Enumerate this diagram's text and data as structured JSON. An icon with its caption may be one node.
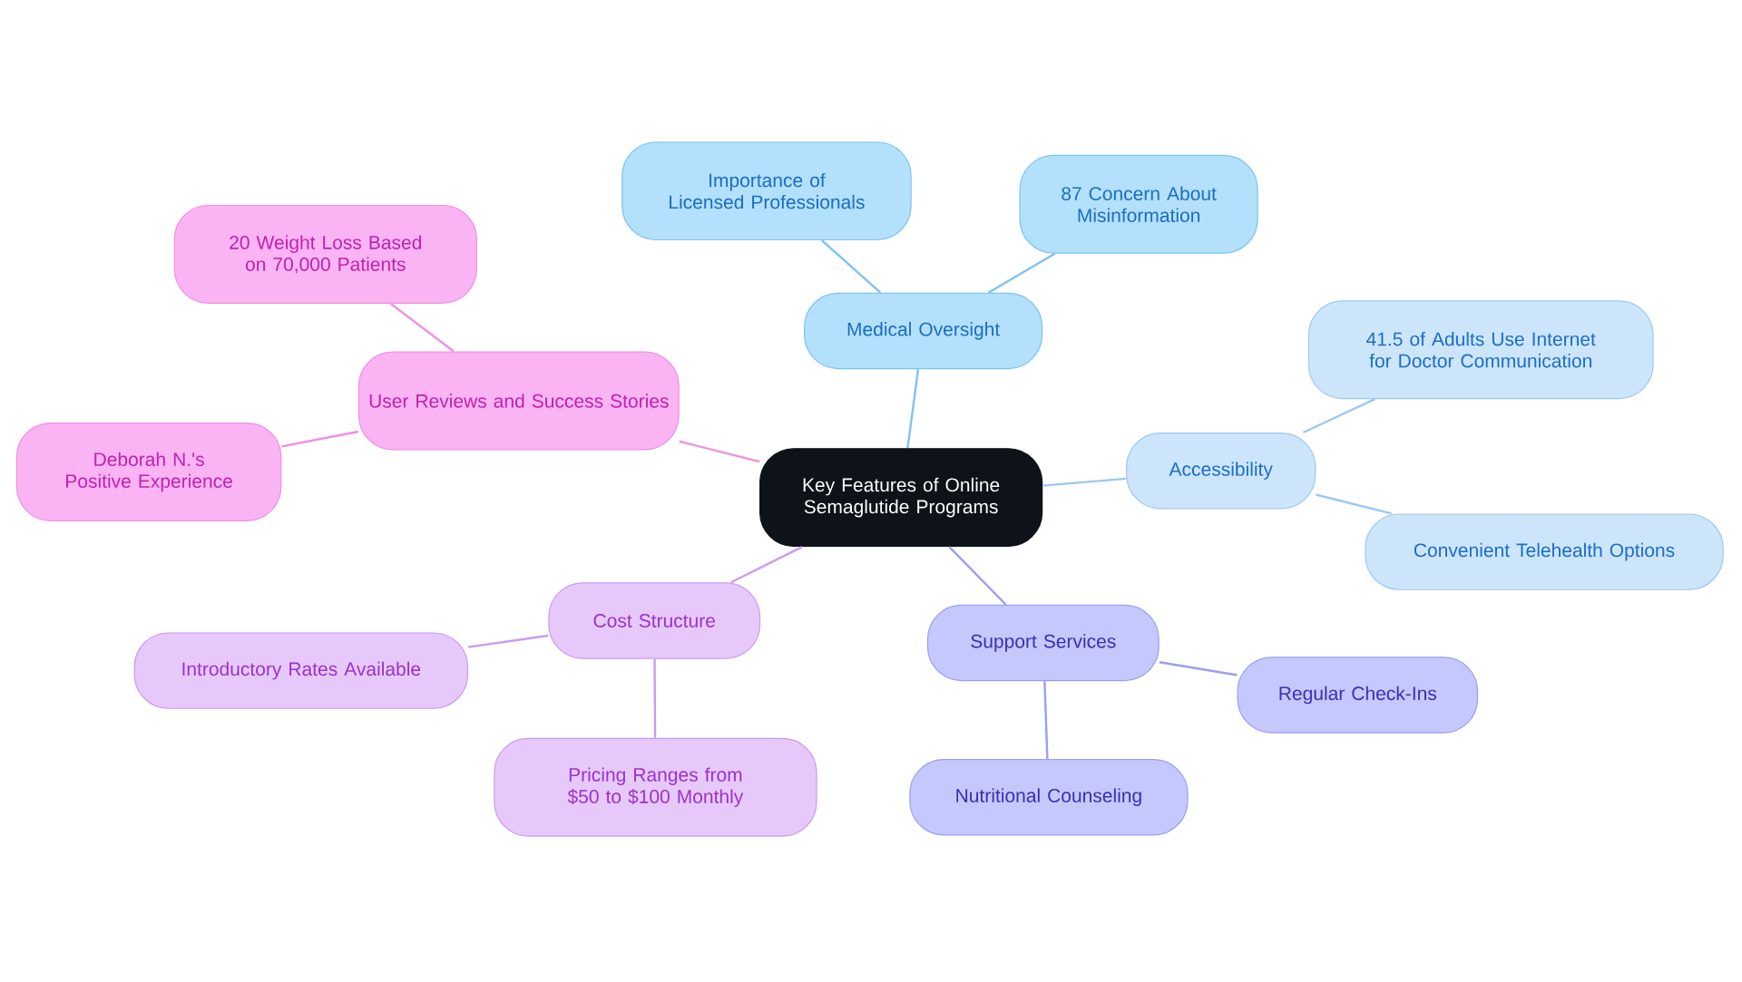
{
  "diagram": {
    "nodes": [
      {
        "text": [
          "Key Features of Online Semaglutide Programs"
        ]
      },
      {
        "text": [
          "Medical Oversight"
        ]
      },
      {
        "text": [
          "Importance of Licensed Professionals"
        ]
      },
      {
        "text": [
          "87 Concern About Misinformation"
        ]
      },
      {
        "text": [
          "Accessibility"
        ]
      },
      {
        "text": [
          "41.5 of Adults Use Internet for Doctor Communication"
        ]
      },
      {
        "text": [
          "Convenient Telehealth Options"
        ]
      },
      {
        "text": [
          "Support Services"
        ]
      },
      {
        "text": [
          "Regular Check-Ins"
        ]
      },
      {
        "text": [
          "Nutritional Counseling"
        ]
      },
      {
        "text": [
          "Cost Structure"
        ]
      },
      {
        "text": [
          "Introductory Rates Available"
        ]
      },
      {
        "text": [
          "Pricing Ranges from $50 to $100 Monthly"
        ]
      },
      {
        "text": [
          "User Reviews and Success Stories"
        ]
      },
      {
        "text": [
          "20 Weight Loss Based on 70,000 Patients"
        ]
      },
      {
        "text": [
          "Deborah N.'s Positive Experience"
        ]
      }
    ],
    "edges": [
      {
        "from": 0,
        "to": 1,
        "arrow": "none",
        "color": "#7cc3ef"
      },
      {
        "from": 1,
        "to": 2,
        "arrow": "none",
        "color": "#7cc3ef"
      },
      {
        "from": 1,
        "to": 3,
        "arrow": "none",
        "color": "#7cc3ef"
      },
      {
        "from": 0,
        "to": 4,
        "arrow": "none",
        "color": "#9cc8f2"
      },
      {
        "from": 4,
        "to": 5,
        "arrow": "none",
        "color": "#9cc8f2"
      },
      {
        "from": 4,
        "to": 6,
        "arrow": "none",
        "color": "#9cc8f2"
      },
      {
        "from": 0,
        "to": 7,
        "arrow": "none",
        "color": "#9a9ff0"
      },
      {
        "from": 7,
        "to": 8,
        "arrow": "none",
        "color": "#9a9ff0"
      },
      {
        "from": 7,
        "to": 9,
        "arrow": "none",
        "color": "#9a9ff0"
      },
      {
        "from": 0,
        "to": 10,
        "arrow": "none",
        "color": "#c99bef"
      },
      {
        "from": 10,
        "to": 11,
        "arrow": "none",
        "color": "#c99bef"
      },
      {
        "from": 10,
        "to": 12,
        "arrow": "none",
        "color": "#c99bef"
      },
      {
        "from": 0,
        "to": 13,
        "arrow": "none",
        "color": "#ee8fe3"
      },
      {
        "from": 13,
        "to": 14,
        "arrow": "none",
        "color": "#ee8fe3"
      },
      {
        "from": 13,
        "to": 15,
        "arrow": "none",
        "color": "#ee8fe3"
      }
    ]
  }
}
